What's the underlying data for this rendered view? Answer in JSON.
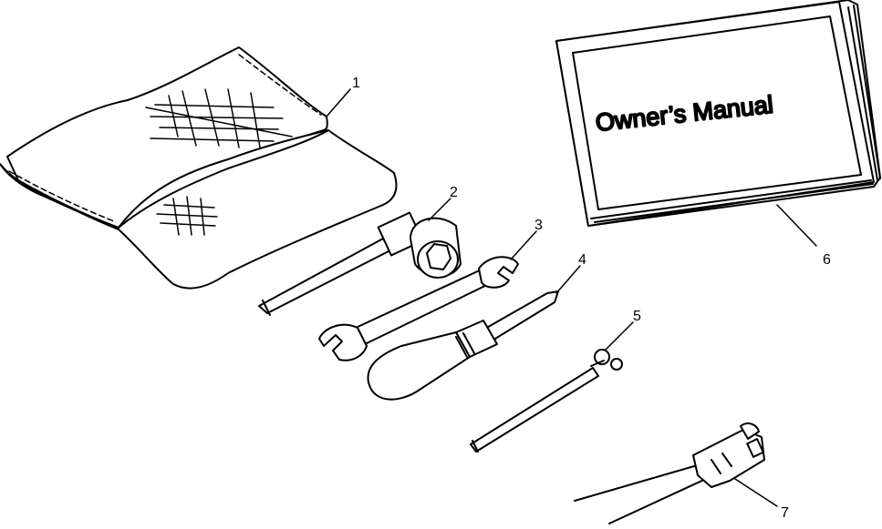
{
  "diagram": {
    "manual": {
      "title": "Owner’s Manual"
    },
    "callouts": [
      {
        "id": "1",
        "label": "1",
        "item": "tool-pouch"
      },
      {
        "id": "2",
        "label": "2",
        "item": "spark-plug-wrench"
      },
      {
        "id": "3",
        "label": "3",
        "item": "open-end-wrench"
      },
      {
        "id": "4",
        "label": "4",
        "item": "screwdriver"
      },
      {
        "id": "5",
        "label": "5",
        "item": "handle-bar"
      },
      {
        "id": "6",
        "label": "6",
        "item": "owners-manual"
      },
      {
        "id": "7",
        "label": "7",
        "item": "spark-plug-gap-tool"
      }
    ],
    "colors": {
      "ink": "#000000",
      "paper": "#ffffff"
    }
  }
}
